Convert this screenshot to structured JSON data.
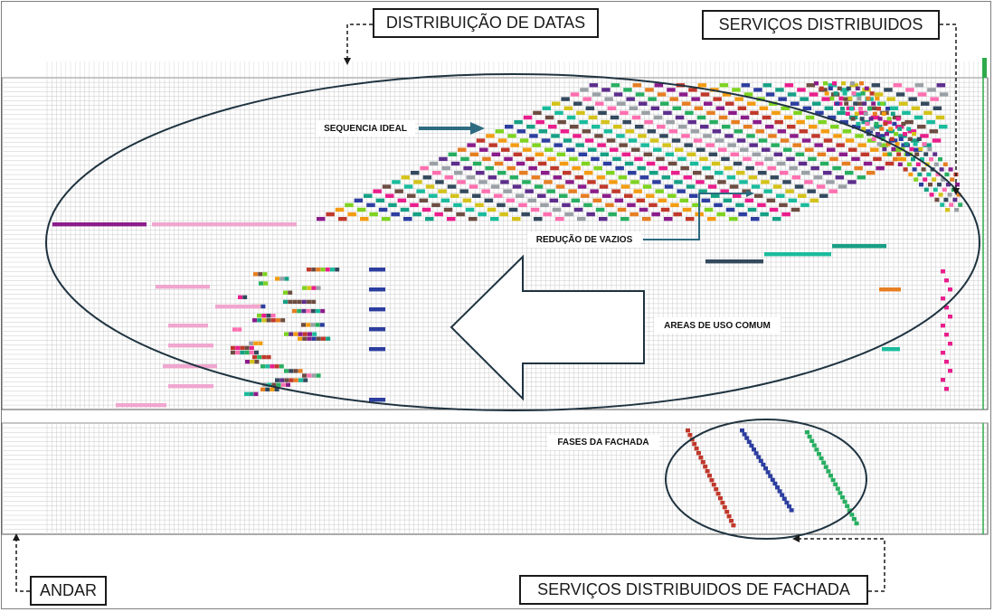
{
  "callouts": {
    "date_distribution": "DISTRIBUIÇÃO DE DATAS",
    "distributed_services": "SERVIÇOS DISTRIBUIDOS",
    "floor": "ANDAR",
    "facade_services": "SERVIÇOS DISTRIBUIDOS DE FACHADA"
  },
  "annotations": {
    "ideal_sequence": "SEQUENCIA IDEAL",
    "void_reduction": "REDUÇÃO DE VAZIOS",
    "common_areas": "AREAS DE USO COMUM",
    "facade_phases": "FASES DA FACHADA"
  },
  "colors": {
    "grid_line": "#c9c9c9",
    "ellipse": "#1f3340",
    "arrow_teal": "#2e6b80",
    "accent_green": "#2eaa4a",
    "palette": [
      "#8b1c8b",
      "#c0392b",
      "#f39c12",
      "#7ed321",
      "#2c3e9f",
      "#16a085",
      "#e91e8c",
      "#6d4c41",
      "#1abc9c",
      "#d4c21a",
      "#34495e",
      "#ff6fb0",
      "#9aa0a6",
      "#5d2e8c",
      "#27ae60",
      "#e67e22"
    ]
  }
}
